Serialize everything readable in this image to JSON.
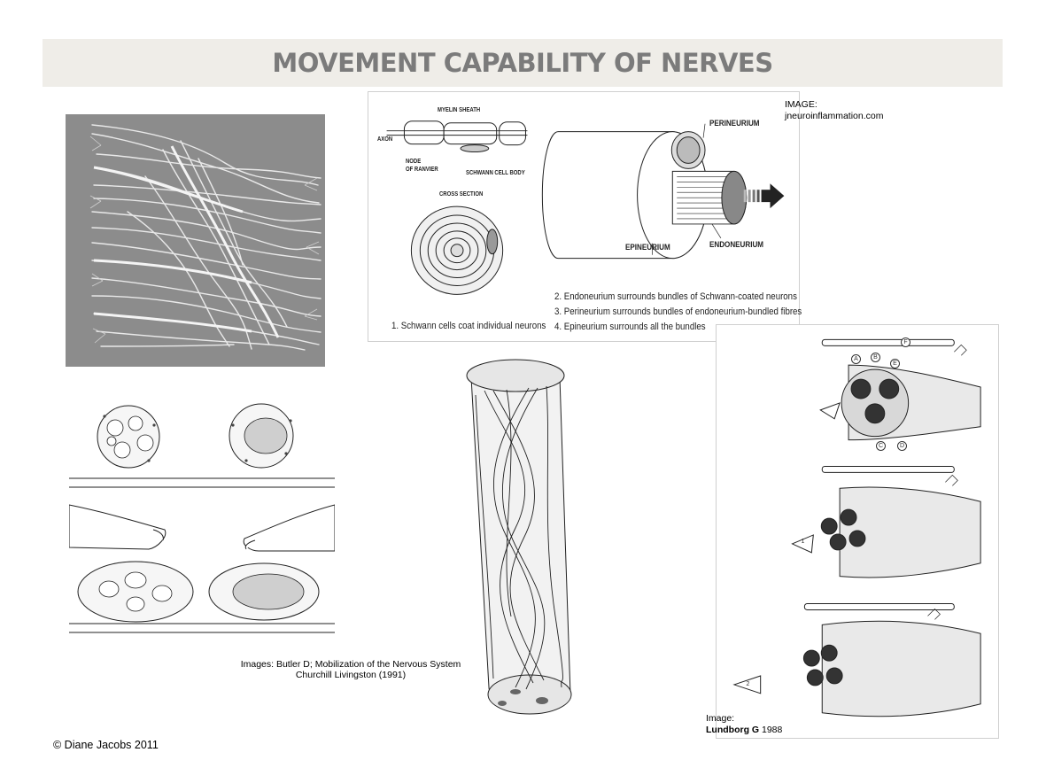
{
  "title": "MOVEMENT CAPABILITY OF NERVES",
  "schwann_figure": {
    "labels": {
      "myelin_sheath": "MYELIN SHEATH",
      "axon": "AXON",
      "node_of_ranvier_line1": "NODE",
      "node_of_ranvier_line2": "OF RANVIER",
      "schwann_cell_body": "SCHWANN CELL BODY",
      "cross_section": "CROSS SECTION",
      "perineurium": "PERINEURIUM",
      "epineurium": "EPINEURIUM",
      "endoneurium": "ENDONEURIUM"
    },
    "captions": [
      "1. Schwann cells coat individual neurons",
      "2. Endoneurium surrounds bundles of Schwann-coated neurons",
      "3. Perineurium surrounds bundles of endoneurium-bundled fibres",
      "4. Epineurium surrounds all the bundles"
    ]
  },
  "credits": {
    "top_line1": "IMAGE:",
    "top_line2": "jneuroinflammation.com",
    "butler_line1": "Images: Butler D; Mobilization of the Nervous System",
    "butler_line2": "Churchill Livingston (1991)",
    "lundborg_line1": "Image:",
    "lundborg_author": "Lundborg G",
    "lundborg_year": " 1988",
    "copyright": "© Diane Jacobs 2011"
  },
  "lundborg_figure": {
    "marker_letters": [
      "A",
      "B",
      "C",
      "D",
      "E",
      "F"
    ],
    "arrow_labels": [
      "1",
      "2"
    ]
  }
}
